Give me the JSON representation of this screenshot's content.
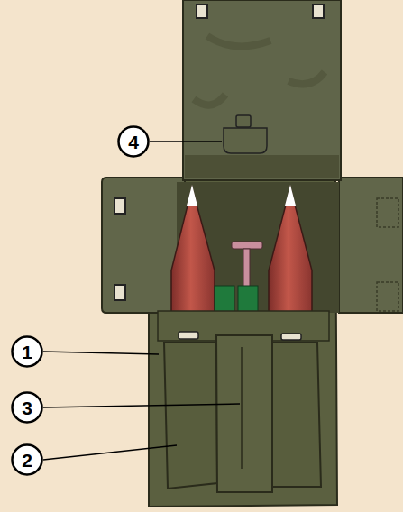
{
  "diagram": {
    "nodes": [
      {
        "text": [
          "4"
        ]
      },
      {
        "text": [
          "1"
        ]
      },
      {
        "text": [
          "3"
        ]
      },
      {
        "text": [
          "2"
        ]
      }
    ]
  }
}
